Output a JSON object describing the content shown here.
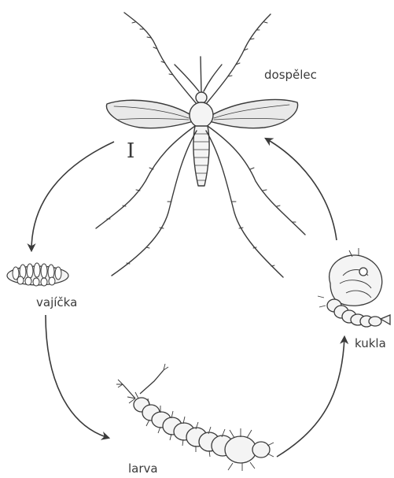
{
  "labels": {
    "adult": "dospělec",
    "eggs": "vajíčka",
    "larva": "larva",
    "pupa": "kukla",
    "scale_marker": "I"
  },
  "colors": {
    "ink": "#3a3a3a",
    "wing_fill": "#e9e9e9",
    "body_fill": "#f4f4f4",
    "background": "#ffffff"
  },
  "icons": {
    "adult": "mosquito-adult-icon",
    "eggs": "egg-raft-icon",
    "larva": "larva-icon",
    "pupa": "pupa-icon"
  }
}
